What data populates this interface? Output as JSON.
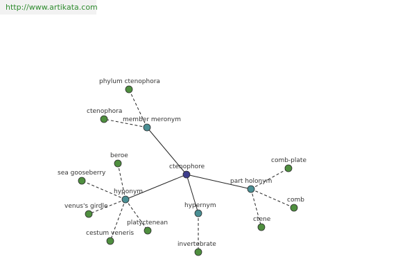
{
  "header": {
    "url": "http://www.artikata.com"
  },
  "colors": {
    "center": "#3d3d8c",
    "relation": "#4a8f94",
    "leaf": "#4f8f3f",
    "edge": "#222222",
    "url_text": "#2e8b2e"
  },
  "graph": {
    "nodes": [
      {
        "id": "ctenophore",
        "label": "ctenophore",
        "kind": "center"
      },
      {
        "id": "member-meronym",
        "label": "member meronym",
        "kind": "relation"
      },
      {
        "id": "hyponym",
        "label": "hyponym",
        "kind": "relation"
      },
      {
        "id": "hypernym",
        "label": "hypernym",
        "kind": "relation"
      },
      {
        "id": "part-holonym",
        "label": "part holonym",
        "kind": "relation"
      },
      {
        "id": "phylum-ctenophora",
        "label": "phylum ctenophora",
        "kind": "leaf"
      },
      {
        "id": "ctenophora",
        "label": "ctenophora",
        "kind": "leaf"
      },
      {
        "id": "beroe",
        "label": "beroe",
        "kind": "leaf"
      },
      {
        "id": "sea-gooseberry",
        "label": "sea gooseberry",
        "kind": "leaf"
      },
      {
        "id": "venuss-girdle",
        "label": "venus's girdle",
        "kind": "leaf"
      },
      {
        "id": "cestum-veneris",
        "label": "cestum veneris",
        "kind": "leaf"
      },
      {
        "id": "platyctenean",
        "label": "platyctenean",
        "kind": "leaf"
      },
      {
        "id": "invertebrate",
        "label": "invertebrate",
        "kind": "leaf"
      },
      {
        "id": "comb-plate",
        "label": "comb-plate",
        "kind": "leaf"
      },
      {
        "id": "comb",
        "label": "comb",
        "kind": "leaf"
      },
      {
        "id": "ctene",
        "label": "ctene",
        "kind": "leaf"
      }
    ],
    "edges": [
      {
        "from": "ctenophore",
        "to": "member-meronym",
        "style": "solid"
      },
      {
        "from": "ctenophore",
        "to": "hyponym",
        "style": "solid"
      },
      {
        "from": "ctenophore",
        "to": "hypernym",
        "style": "solid"
      },
      {
        "from": "ctenophore",
        "to": "part-holonym",
        "style": "solid"
      },
      {
        "from": "member-meronym",
        "to": "phylum-ctenophora",
        "style": "dashed"
      },
      {
        "from": "member-meronym",
        "to": "ctenophora",
        "style": "dashed"
      },
      {
        "from": "hyponym",
        "to": "beroe",
        "style": "dashed"
      },
      {
        "from": "hyponym",
        "to": "sea-gooseberry",
        "style": "dashed"
      },
      {
        "from": "hyponym",
        "to": "venuss-girdle",
        "style": "dashed"
      },
      {
        "from": "hyponym",
        "to": "cestum-veneris",
        "style": "dashed"
      },
      {
        "from": "hyponym",
        "to": "platyctenean",
        "style": "dashed"
      },
      {
        "from": "hypernym",
        "to": "invertebrate",
        "style": "dashed"
      },
      {
        "from": "part-holonym",
        "to": "comb-plate",
        "style": "dashed"
      },
      {
        "from": "part-holonym",
        "to": "comb",
        "style": "dashed"
      },
      {
        "from": "part-holonym",
        "to": "ctene",
        "style": "dashed"
      }
    ]
  }
}
